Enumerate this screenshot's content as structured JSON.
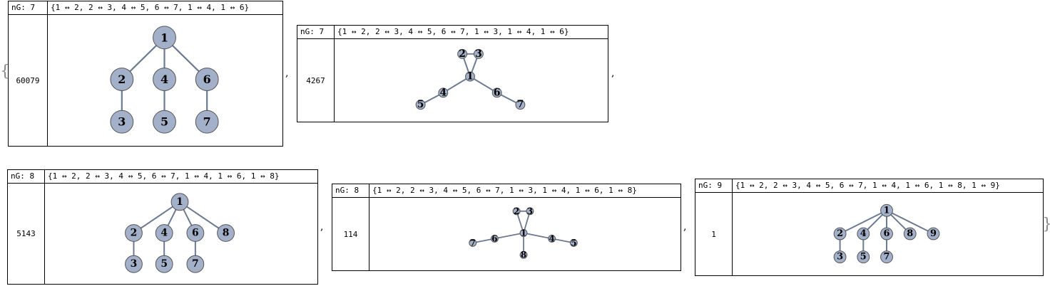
{
  "open_brace": "{",
  "close_brace": "}",
  "comma": ",",
  "colors": {
    "node_fill": "#a3b0c9",
    "node_stroke": "#555",
    "edge": "#6a7a95"
  },
  "panels": [
    {
      "ng_label": "nG: 7",
      "edges_text": "{1 ↔ 2, 2 ↔ 3, 4 ↔ 5, 6 ↔ 7, 1 ↔ 4, 1 ↔ 6}",
      "count": "60079",
      "nodes": [
        "1",
        "2",
        "3",
        "4",
        "5",
        "6",
        "7"
      ],
      "edges": [
        [
          "1",
          "2"
        ],
        [
          "2",
          "3"
        ],
        [
          "4",
          "5"
        ],
        [
          "6",
          "7"
        ],
        [
          "1",
          "4"
        ],
        [
          "1",
          "6"
        ]
      ]
    },
    {
      "ng_label": "nG: 7",
      "edges_text": "{1 ↔ 2, 2 ↔ 3, 4 ↔ 5, 6 ↔ 7, 1 ↔ 3, 1 ↔ 4, 1 ↔ 6}",
      "count": "4267",
      "nodes": [
        "1",
        "2",
        "3",
        "4",
        "5",
        "6",
        "7"
      ],
      "edges": [
        [
          "1",
          "2"
        ],
        [
          "2",
          "3"
        ],
        [
          "4",
          "5"
        ],
        [
          "6",
          "7"
        ],
        [
          "1",
          "3"
        ],
        [
          "1",
          "4"
        ],
        [
          "1",
          "6"
        ]
      ]
    },
    {
      "ng_label": "nG: 8",
      "edges_text": "{1 ↔ 2, 2 ↔ 3, 4 ↔ 5, 6 ↔ 7, 1 ↔ 4, 1 ↔ 6, 1 ↔ 8}",
      "count": "5143",
      "nodes": [
        "1",
        "2",
        "3",
        "4",
        "5",
        "6",
        "7",
        "8"
      ],
      "edges": [
        [
          "1",
          "2"
        ],
        [
          "2",
          "3"
        ],
        [
          "4",
          "5"
        ],
        [
          "6",
          "7"
        ],
        [
          "1",
          "4"
        ],
        [
          "1",
          "6"
        ],
        [
          "1",
          "8"
        ]
      ]
    },
    {
      "ng_label": "nG: 8",
      "edges_text": "{1 ↔ 2, 2 ↔ 3, 4 ↔ 5, 6 ↔ 7, 1 ↔ 3, 1 ↔ 4, 1 ↔ 6, 1 ↔ 8}",
      "count": "114",
      "nodes": [
        "1",
        "2",
        "3",
        "4",
        "5",
        "6",
        "7",
        "8"
      ],
      "edges": [
        [
          "1",
          "2"
        ],
        [
          "2",
          "3"
        ],
        [
          "4",
          "5"
        ],
        [
          "6",
          "7"
        ],
        [
          "1",
          "3"
        ],
        [
          "1",
          "4"
        ],
        [
          "1",
          "6"
        ],
        [
          "1",
          "8"
        ]
      ]
    },
    {
      "ng_label": "nG: 9",
      "edges_text": "{1 ↔ 2, 2 ↔ 3, 4 ↔ 5, 6 ↔ 7, 1 ↔ 4, 1 ↔ 6, 1 ↔ 8, 1 ↔ 9}",
      "count": "1",
      "nodes": [
        "1",
        "2",
        "3",
        "4",
        "5",
        "6",
        "7",
        "8",
        "9"
      ],
      "edges": [
        [
          "1",
          "2"
        ],
        [
          "2",
          "3"
        ],
        [
          "4",
          "5"
        ],
        [
          "6",
          "7"
        ],
        [
          "1",
          "4"
        ],
        [
          "1",
          "6"
        ],
        [
          "1",
          "8"
        ],
        [
          "1",
          "9"
        ]
      ]
    }
  ]
}
